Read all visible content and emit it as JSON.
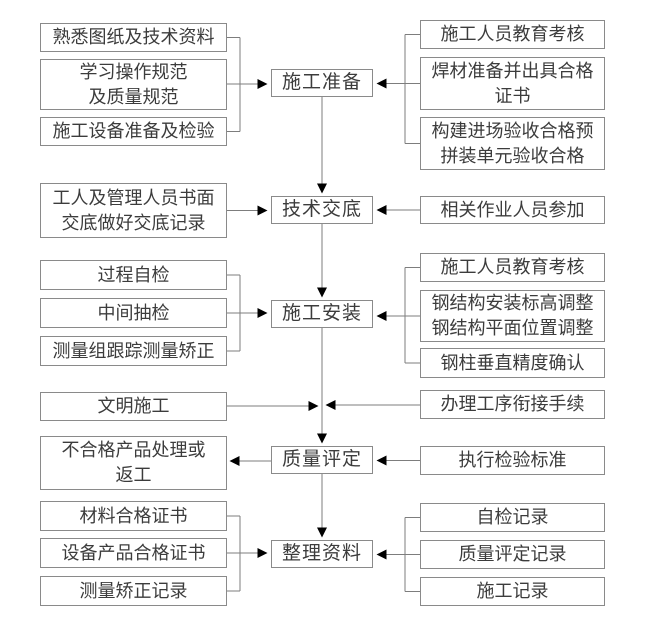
{
  "colors": {
    "background": "#ffffff",
    "box_border": "#8a8a8a",
    "connector_line": "#7d7d7d",
    "arrowhead": "#000000",
    "text": "#3c3c3c"
  },
  "flowchart": {
    "center": [
      {
        "label": "施工准备"
      },
      {
        "label": "技术交底"
      },
      {
        "label": "施工安装"
      },
      {
        "label": "质量评定"
      },
      {
        "label": "整理资料"
      }
    ],
    "left": [
      {
        "label": "熟悉图纸及技术资料"
      },
      {
        "label": "学习操作规范\n及质量规范"
      },
      {
        "label": "施工设备准备及检验"
      },
      {
        "label": "工人及管理人员书面\n交底做好交底记录"
      },
      {
        "label": "过程自检"
      },
      {
        "label": "中间抽检"
      },
      {
        "label": "测量组跟踪测量矫正"
      },
      {
        "label": "文明施工"
      },
      {
        "label": "不合格产品处理或\n返工"
      },
      {
        "label": "材料合格证书"
      },
      {
        "label": "设备产品合格证书"
      },
      {
        "label": "测量矫正记录"
      }
    ],
    "right": [
      {
        "label": "施工人员教育考核"
      },
      {
        "label": "焊材准备并出具合格\n证书"
      },
      {
        "label": "构建进场验收合格预\n拼装单元验收合格"
      },
      {
        "label": "相关作业人员参加"
      },
      {
        "label": "施工人员教育考核"
      },
      {
        "label": "钢结构安装标高调整\n钢结构平面位置调整"
      },
      {
        "label": "钢柱垂直精度确认"
      },
      {
        "label": "办理工序衔接手续"
      },
      {
        "label": "执行检验标准"
      },
      {
        "label": "自检记录"
      },
      {
        "label": "质量评定记录"
      },
      {
        "label": "施工记录"
      }
    ]
  }
}
